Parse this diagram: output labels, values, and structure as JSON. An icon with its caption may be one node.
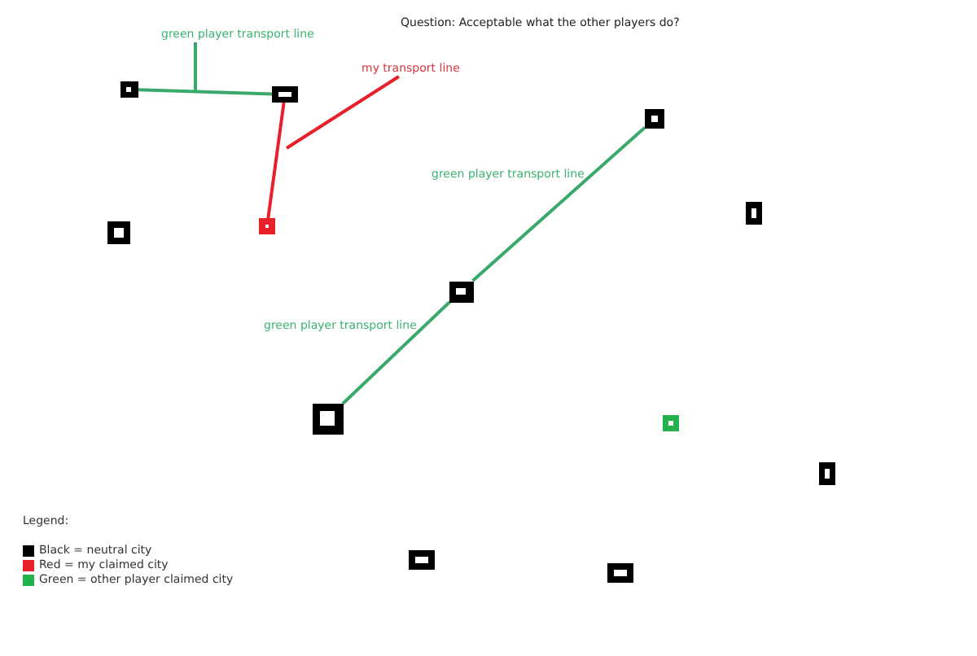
{
  "diagram": {
    "title": "Question: Acceptable what the other players do?",
    "nodes": [
      {
        "text": [
          "green player transport line"
        ]
      },
      {
        "text": [],
        "shape": "box"
      },
      {
        "text": [],
        "shape": "box"
      },
      {
        "text": [
          "my transport line"
        ]
      },
      {
        "text": [],
        "shape": "box"
      },
      {
        "text": [],
        "shape": "box"
      },
      {
        "text": [],
        "shape": "box"
      },
      {
        "text": [],
        "shape": "box"
      },
      {
        "text": [],
        "shape": "box"
      },
      {
        "text": [],
        "shape": "box"
      },
      {
        "text": [],
        "shape": "box"
      },
      {
        "text": [],
        "shape": "box"
      },
      {
        "text": [],
        "shape": "box"
      },
      {
        "text": [],
        "shape": "box"
      }
    ],
    "edges": [
      {
        "from": 1,
        "to": 2,
        "arrow": "none"
      },
      {
        "from": 2,
        "to": 7,
        "arrow": "none",
        "color": "#e8202a"
      },
      {
        "from": 0,
        "to": null,
        "arrow": "none"
      },
      {
        "from": 3,
        "to": null,
        "arrow": "none",
        "color": "#e8202a"
      },
      {
        "from": 4,
        "to": 8,
        "arrow": "none"
      },
      {
        "from": 8,
        "to": 9,
        "arrow": "none"
      }
    ],
    "labels": [
      "green player transport line",
      "green player transport line",
      "Legend:"
    ],
    "legend": [
      {
        "text": "Black = neutral city",
        "color": "#000000"
      },
      {
        "text": "Red = my claimed city",
        "color": "#e8202a"
      },
      {
        "text": "Green = other player claimed city",
        "color": "#22b14c"
      }
    ]
  }
}
